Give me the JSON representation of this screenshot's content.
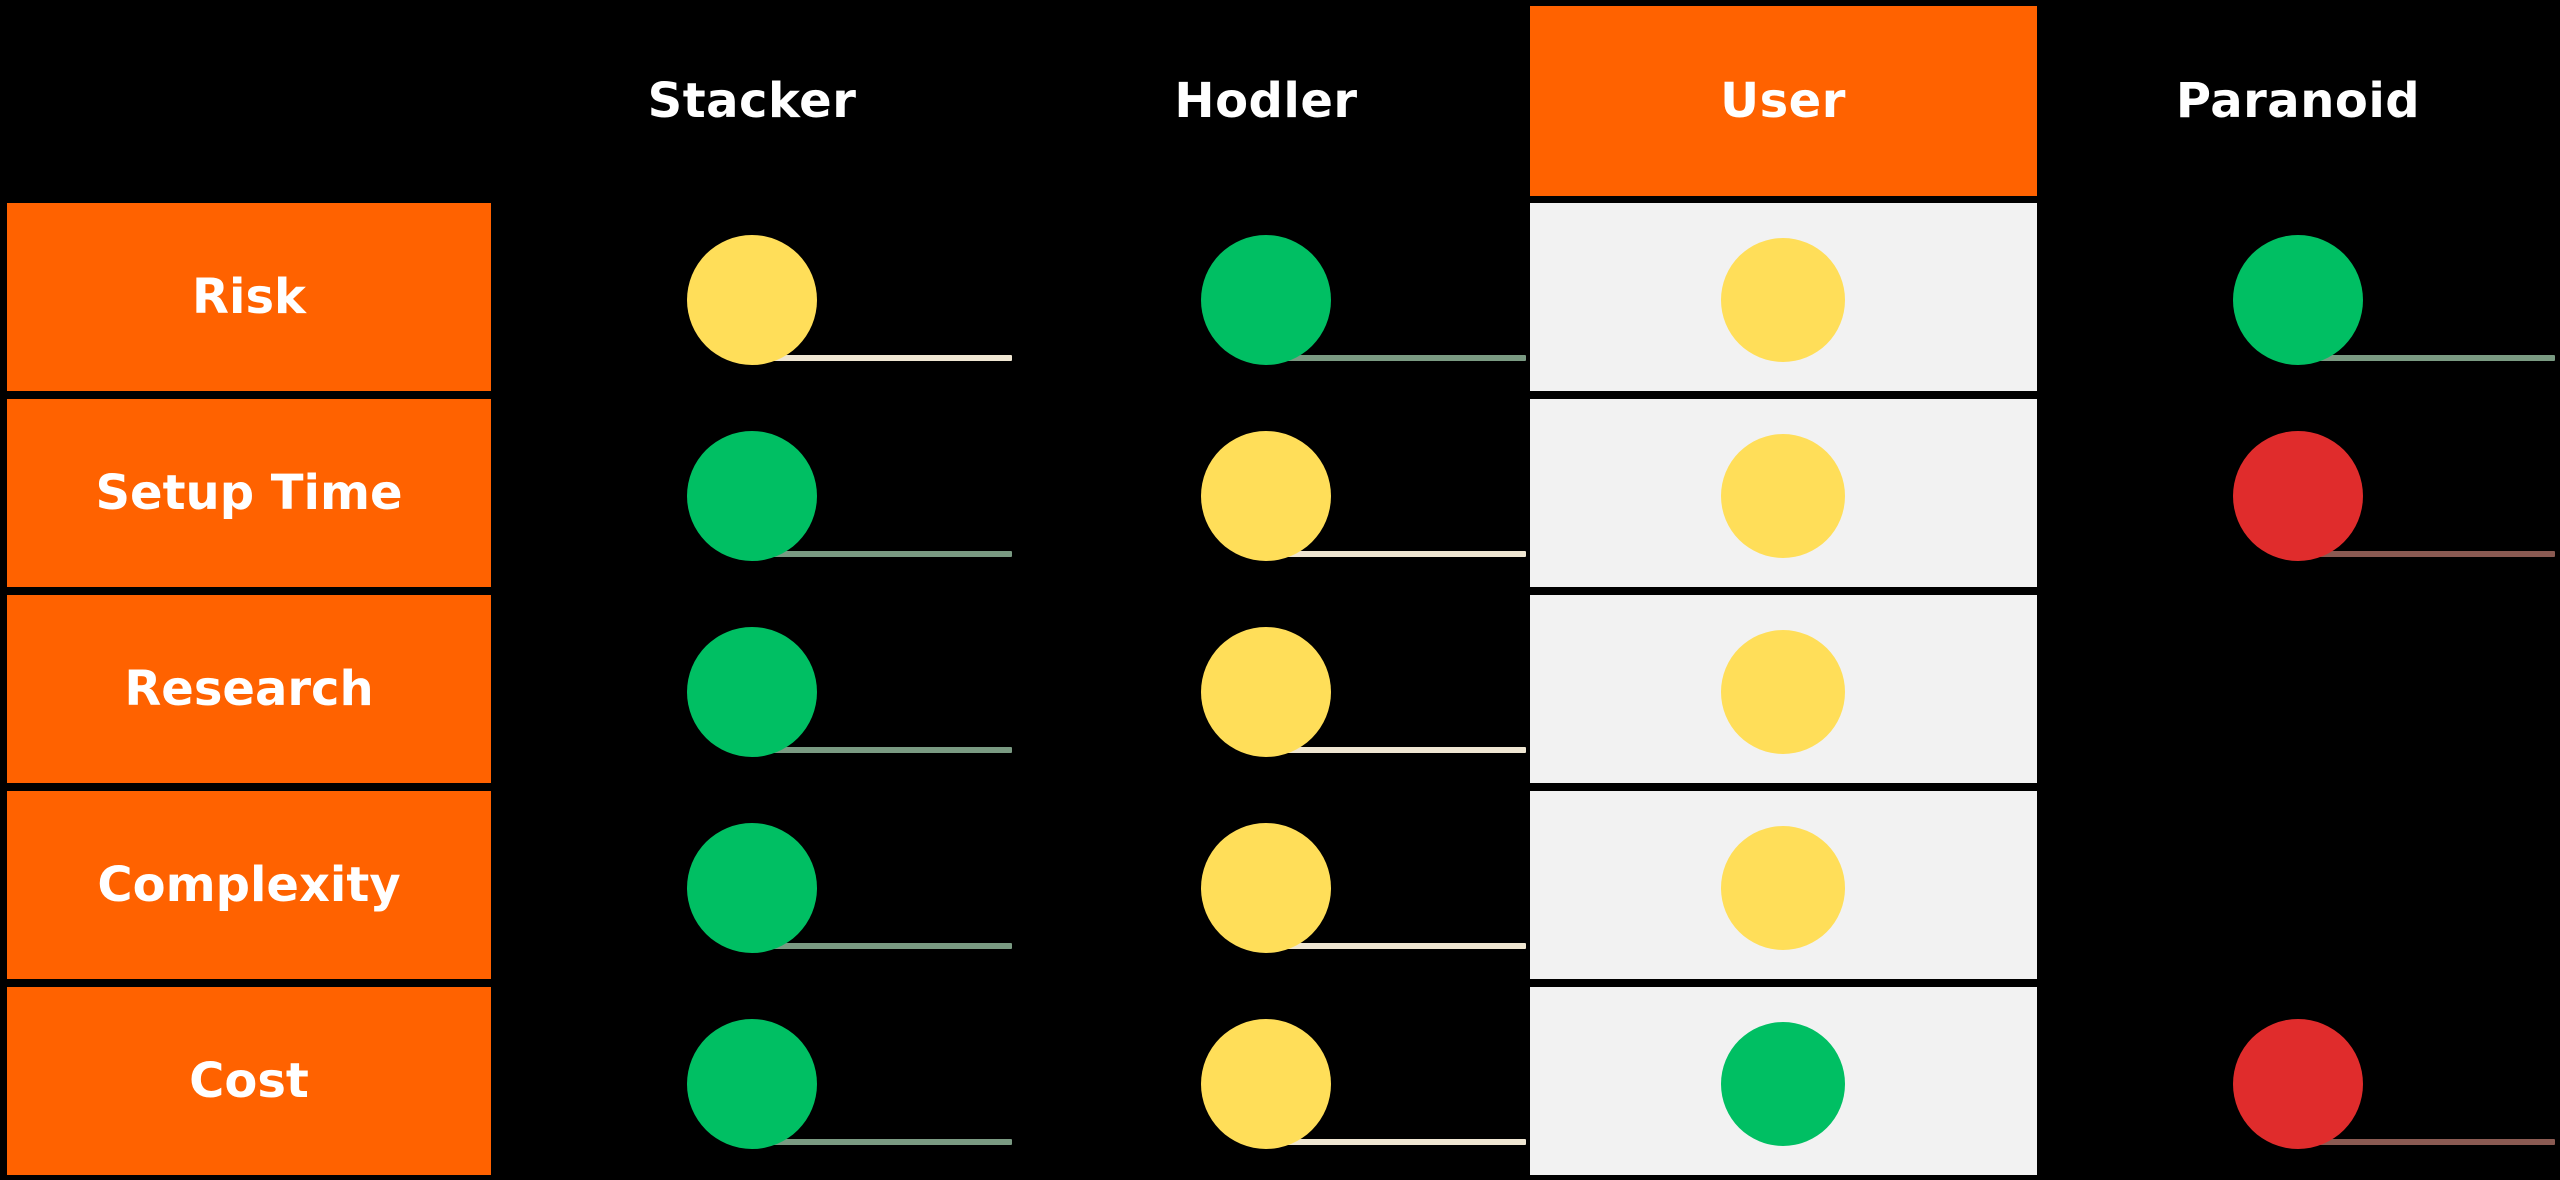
{
  "columns": [
    {
      "key": "stacker",
      "label": "Stacker",
      "highlight": false
    },
    {
      "key": "hodler",
      "label": "Hodler",
      "highlight": false
    },
    {
      "key": "user",
      "label": "User",
      "highlight": true
    },
    {
      "key": "paranoid",
      "label": "Paranoid",
      "highlight": false
    }
  ],
  "rows": [
    {
      "key": "risk",
      "label": "Risk"
    },
    {
      "key": "setup-time",
      "label": "Setup Time"
    },
    {
      "key": "research",
      "label": "Research"
    },
    {
      "key": "complexity",
      "label": "Complexity"
    },
    {
      "key": "cost",
      "label": "Cost"
    }
  ],
  "ratings": {
    "stacker": [
      "yellow",
      "green",
      "green",
      "green",
      "green"
    ],
    "hodler": [
      "green",
      "yellow",
      "yellow",
      "yellow",
      "yellow"
    ],
    "user": [
      "yellow",
      "yellow",
      "yellow",
      "yellow",
      "green"
    ],
    "paranoid": [
      "green",
      "red",
      null,
      null,
      "red"
    ]
  },
  "colors": {
    "accent": "#FF6200",
    "background": "#000000",
    "cell_light": "#F2F2F2",
    "green": "#00BF63",
    "yellow": "#FFDE59",
    "red": "#E02C2C",
    "header_text": "#FFFFFF"
  }
}
